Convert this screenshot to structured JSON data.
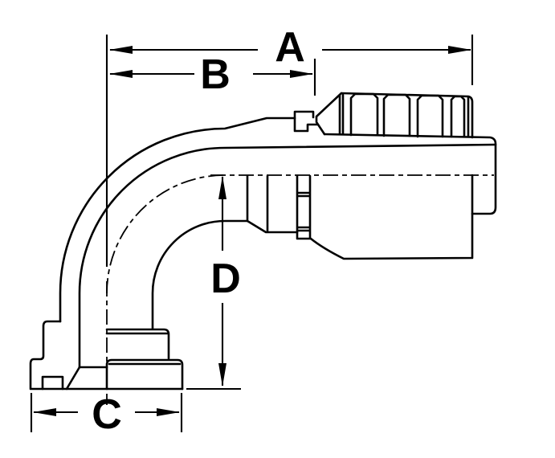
{
  "colors": {
    "ink": "#000000",
    "background": "#ffffff"
  },
  "drawing": {
    "type": "technical-dimension-drawing",
    "labels": {
      "a": "A",
      "b": "B",
      "c": "C",
      "d": "D"
    }
  }
}
